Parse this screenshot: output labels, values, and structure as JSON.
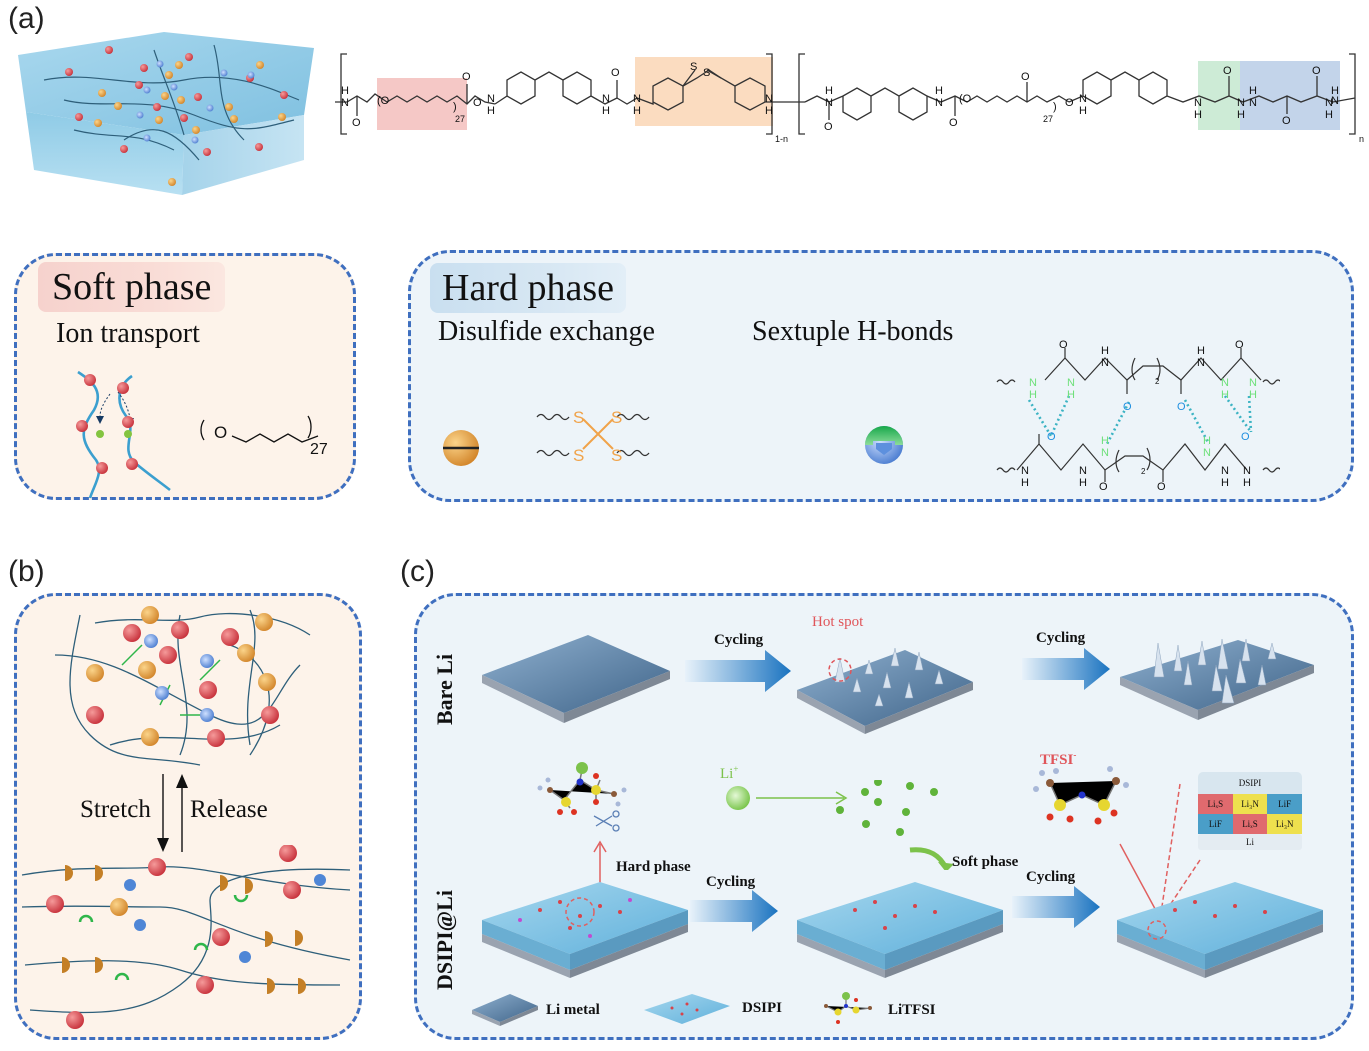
{
  "panels": {
    "a": {
      "label": "(a)",
      "polymer_formula": {
        "repeat_unit_1_subscript": "1-n",
        "repeat_unit_2_subscript": "n",
        "peg_repeat": "27",
        "atoms": {
          "N": "N",
          "H": "H",
          "O": "O",
          "S": "S"
        },
        "highlights": [
          {
            "name": "soft-segment",
            "color": "#f5c8c6"
          },
          {
            "name": "disulfide-segment",
            "color": "#fbdcc0"
          },
          {
            "name": "urea-segment",
            "color": "#cdebd6"
          },
          {
            "name": "hydrazide-segment",
            "color": "#c3d4ea"
          }
        ]
      },
      "soft_phase": {
        "title": "Soft phase",
        "subtitle": "Ion transport",
        "peg_repeat": "27",
        "atom_O": "O"
      },
      "hard_phase": {
        "title": "Hard phase",
        "subtitle_1": "Disulfide exchange",
        "subtitle_2": "Sextuple H-bonds",
        "disulfide_atoms": [
          "S",
          "S",
          "S",
          "S"
        ],
        "hbond_subscript": "2"
      }
    },
    "b": {
      "label": "(b)",
      "stretch_label": "Stretch",
      "release_label": "Release"
    },
    "c": {
      "label": "(c)",
      "row_bare": "Bare Li",
      "row_dsipi": "DSIPI@Li",
      "cycling": "Cycling",
      "hot_spot": "Hot spot",
      "hard_phase": "Hard phase",
      "soft_phase": "Soft phase",
      "li_ion": "Li",
      "li_ion_sup": "+",
      "tfsi": "TFSI",
      "tfsi_sup": "-",
      "sei": {
        "top": "DSIPI",
        "row1": [
          "LiₓS",
          "Li₃N",
          "LiF"
        ],
        "row2": [
          "LiF",
          "LiₓS",
          "Li₃N"
        ],
        "bottom": "Li"
      },
      "legend": [
        {
          "label": "Li metal"
        },
        {
          "label": "DSIPI"
        },
        {
          "label": "LiTFSI"
        }
      ]
    }
  },
  "colors": {
    "dash_border": "#3f6fbf",
    "soft_bg": "#fdf3ea",
    "hard_bg": "#edf4f9",
    "red_sphere": "#d8434a",
    "orange_sphere": "#e59a3a",
    "blue_unit": "#4f86d6",
    "green_unit": "#2fb64a",
    "chain": "#2e5f7a",
    "hot_spot_red": "#e0555a",
    "li_green": "#7cc24b",
    "arrow_blue": "#1a73c0"
  }
}
